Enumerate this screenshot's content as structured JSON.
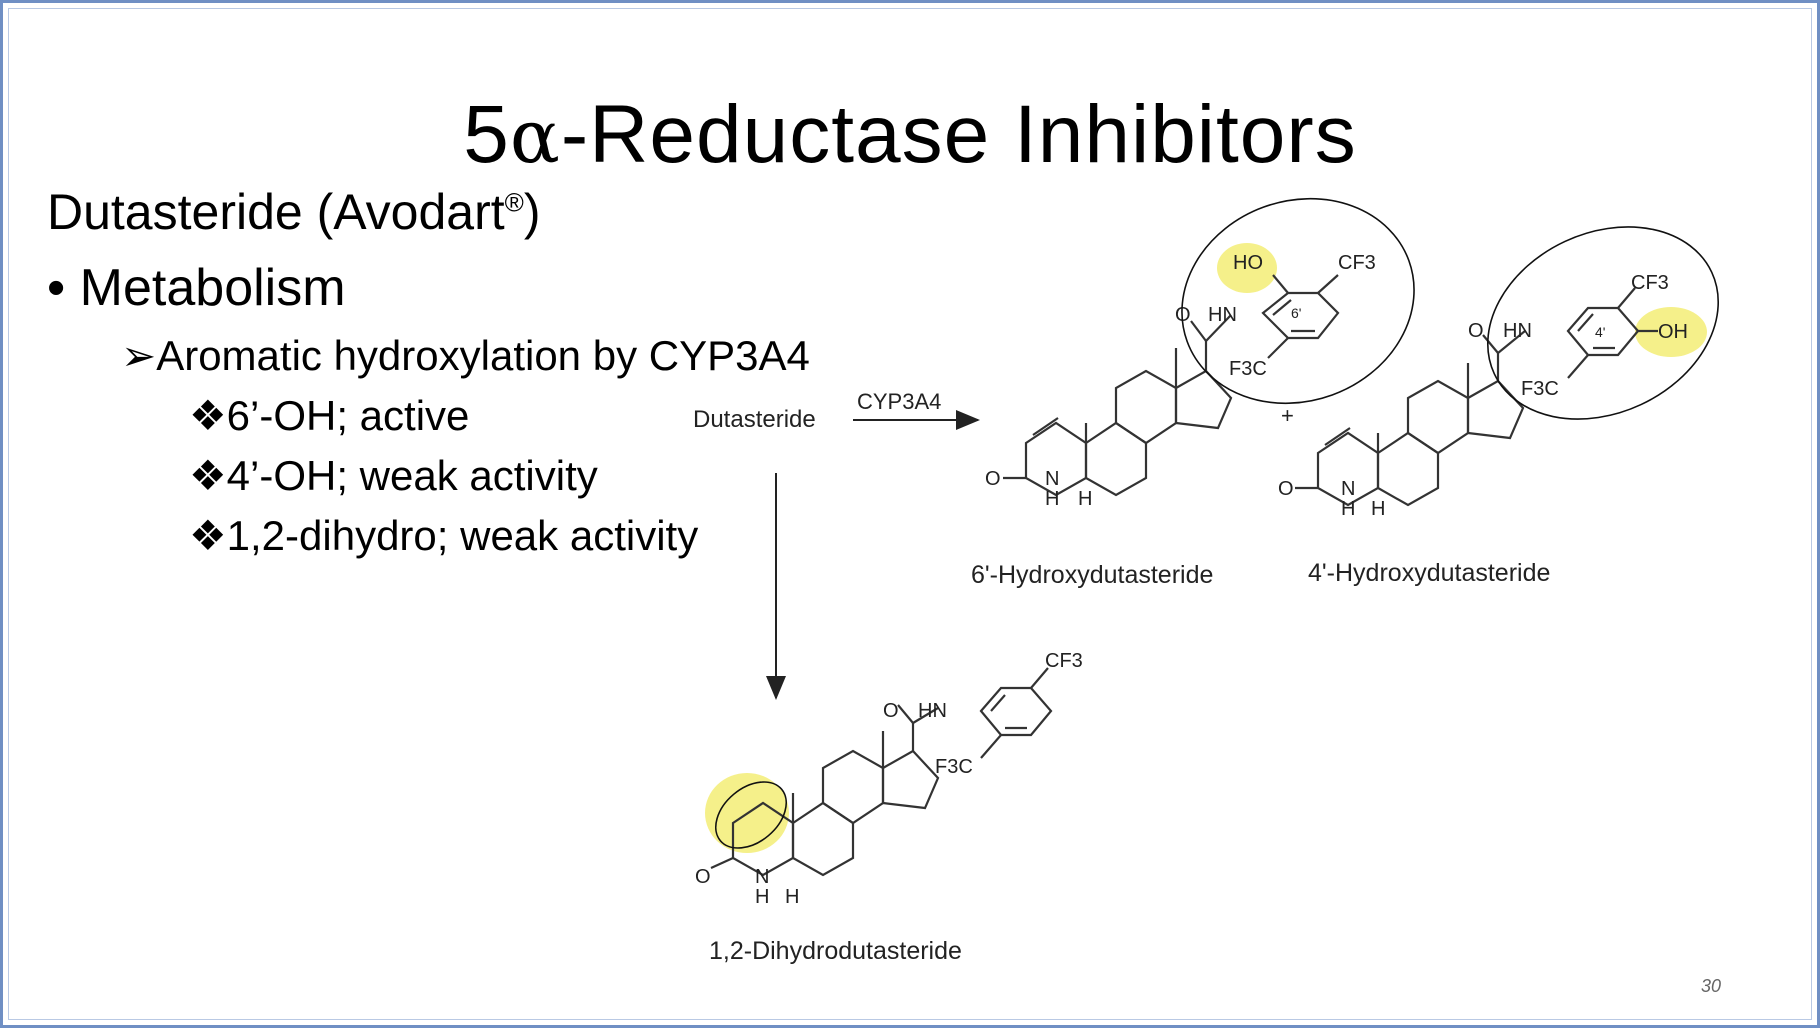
{
  "slide": {
    "title_prefix": "5",
    "title_alpha": "α",
    "title_rest": "-Reductase Inhibitors",
    "subtitle_text": "Dutasteride (Avodart",
    "subtitle_reg": "®",
    "subtitle_close": ")",
    "bullets": {
      "level1_marker": "•",
      "level1": "Metabolism",
      "level2_marker": "➢",
      "level2": "Aromatic hydroxylation by CYP3A4",
      "level3_marker": "❖",
      "level3": [
        "6’-OH; active",
        "4’-OH; weak activity",
        "1,2-dihydro; weak activity"
      ]
    },
    "page_number": "30"
  },
  "scheme": {
    "start_label": "Dutasteride",
    "enzyme_label": "CYP3A4",
    "plus": "+",
    "compound1_name": "6'-Hydroxydutasteride",
    "compound2_name": "4'-Hydroxydutasteride",
    "compound3_name": "1,2-Dihydrodutasteride",
    "atoms": {
      "ho": "HO",
      "oh": "OH",
      "cf3": "CF3",
      "f3c": "F3C",
      "o": "O",
      "hn": "HN",
      "n": "N",
      "h": "H",
      "pos6": "6'",
      "pos4": "4'"
    },
    "highlight_color": "#f5f08a"
  }
}
